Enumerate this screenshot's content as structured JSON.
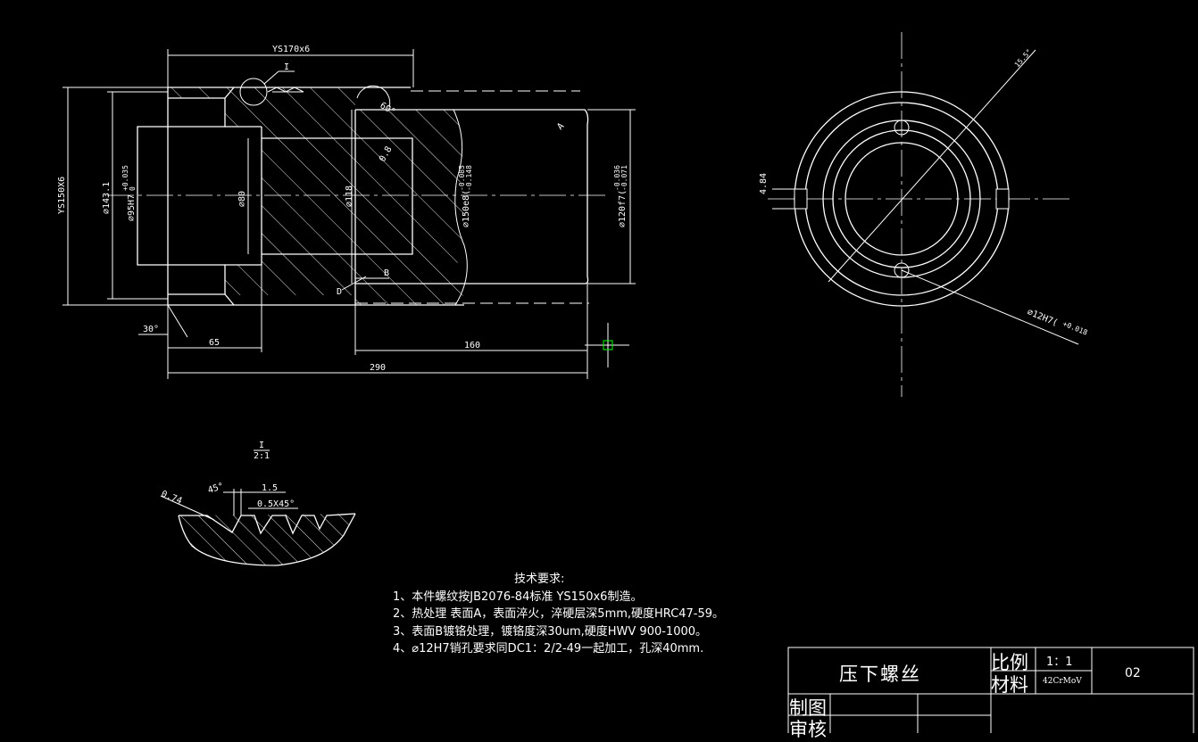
{
  "section_view": {
    "dims": {
      "thread_top": "YS170x6",
      "thread_left": "YS150X6",
      "d143": "⌀143.1",
      "d95": "⌀95H7",
      "d95_tol_up": "+0.035",
      "d95_tol_low": "0",
      "d80": "⌀80",
      "d118": "⌀118",
      "d150": "⌀150e8(",
      "d150_tol_up": "-0.085",
      "d150_tol_low": "-0.148",
      "d120": "⌀120f7(",
      "d120_tol_up": "-0.036",
      "d120_tol_low": "-0.071",
      "angle60": "60°",
      "angle30": "30°",
      "r08": "0.8",
      "d65": "65",
      "d160": "160",
      "d290": "290",
      "detail_marker": "I",
      "marker_a": "A",
      "marker_b": "B",
      "marker_d": "D"
    }
  },
  "end_view": {
    "angle": "15.5°",
    "width": "4.84",
    "pin_hole": "⌀12H7(",
    "pin_tol": "+0.018"
  },
  "detail_view": {
    "label": "I",
    "scale": "2:1",
    "d_045": "0.74",
    "angle45": "45°",
    "d15": "1.5",
    "chamfer": "0.5X45°"
  },
  "notes": {
    "title": "技术要求:",
    "items": [
      "1、本件螺纹按JB2076-84标准 YS150x6制造。",
      "2、热处理 表面A，表面淬火，淬硬层深5mm,硬度HRC47-59。",
      "3、表面B镀铬处理，镀铬度深30um,硬度HWV 900-1000。",
      "4、⌀12H7销孔要求同DC1：2/2-49一起加工，孔深40mm."
    ]
  },
  "title_block": {
    "part_name": "压下螺丝",
    "scale_label": "比例",
    "scale_value": "1：1",
    "material_label": "材料",
    "material_value": "42CrMoV",
    "drawing_no": "02",
    "drawn_label": "制图",
    "check_label": "审核"
  }
}
